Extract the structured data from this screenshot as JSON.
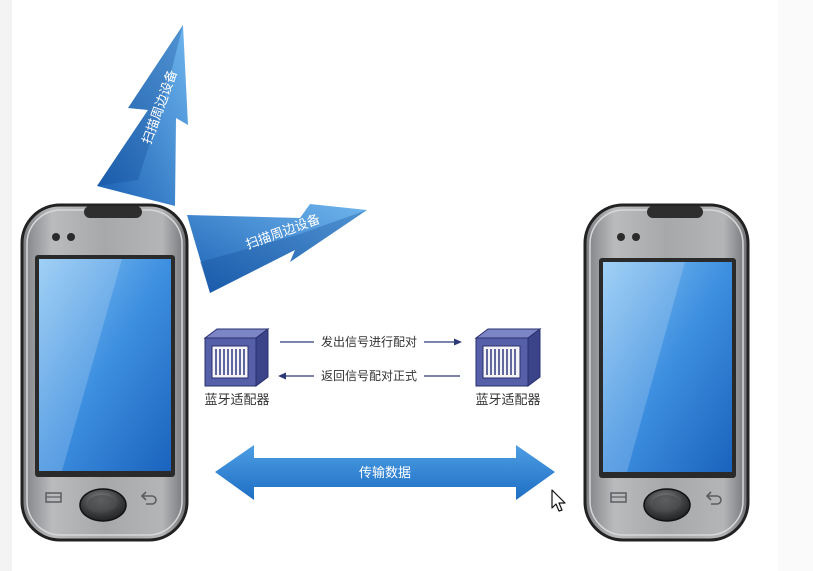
{
  "scan_arrows": {
    "up_label": "扫描周边设备",
    "right_label": "扫描周边设备"
  },
  "adapters": {
    "left_label": "蓝牙适配器",
    "right_label": "蓝牙适配器"
  },
  "signals": {
    "send_label": "发出信号进行配对",
    "return_label": "返回信号配对正式"
  },
  "transfer": {
    "label": "传输数据"
  },
  "colors": {
    "arrow_blue_light": "#5aaae8",
    "arrow_blue_dark": "#1d64b8",
    "adapter_front": "#5660a8",
    "phone_body": "#a9abad",
    "screen_light": "#7fbdf0",
    "screen_dark": "#1f6fc7"
  },
  "icons": [
    "smartphone-icon",
    "bluetooth-adapter-icon",
    "menu-icon",
    "home-button-icon",
    "back-icon",
    "mouse-cursor-icon"
  ]
}
